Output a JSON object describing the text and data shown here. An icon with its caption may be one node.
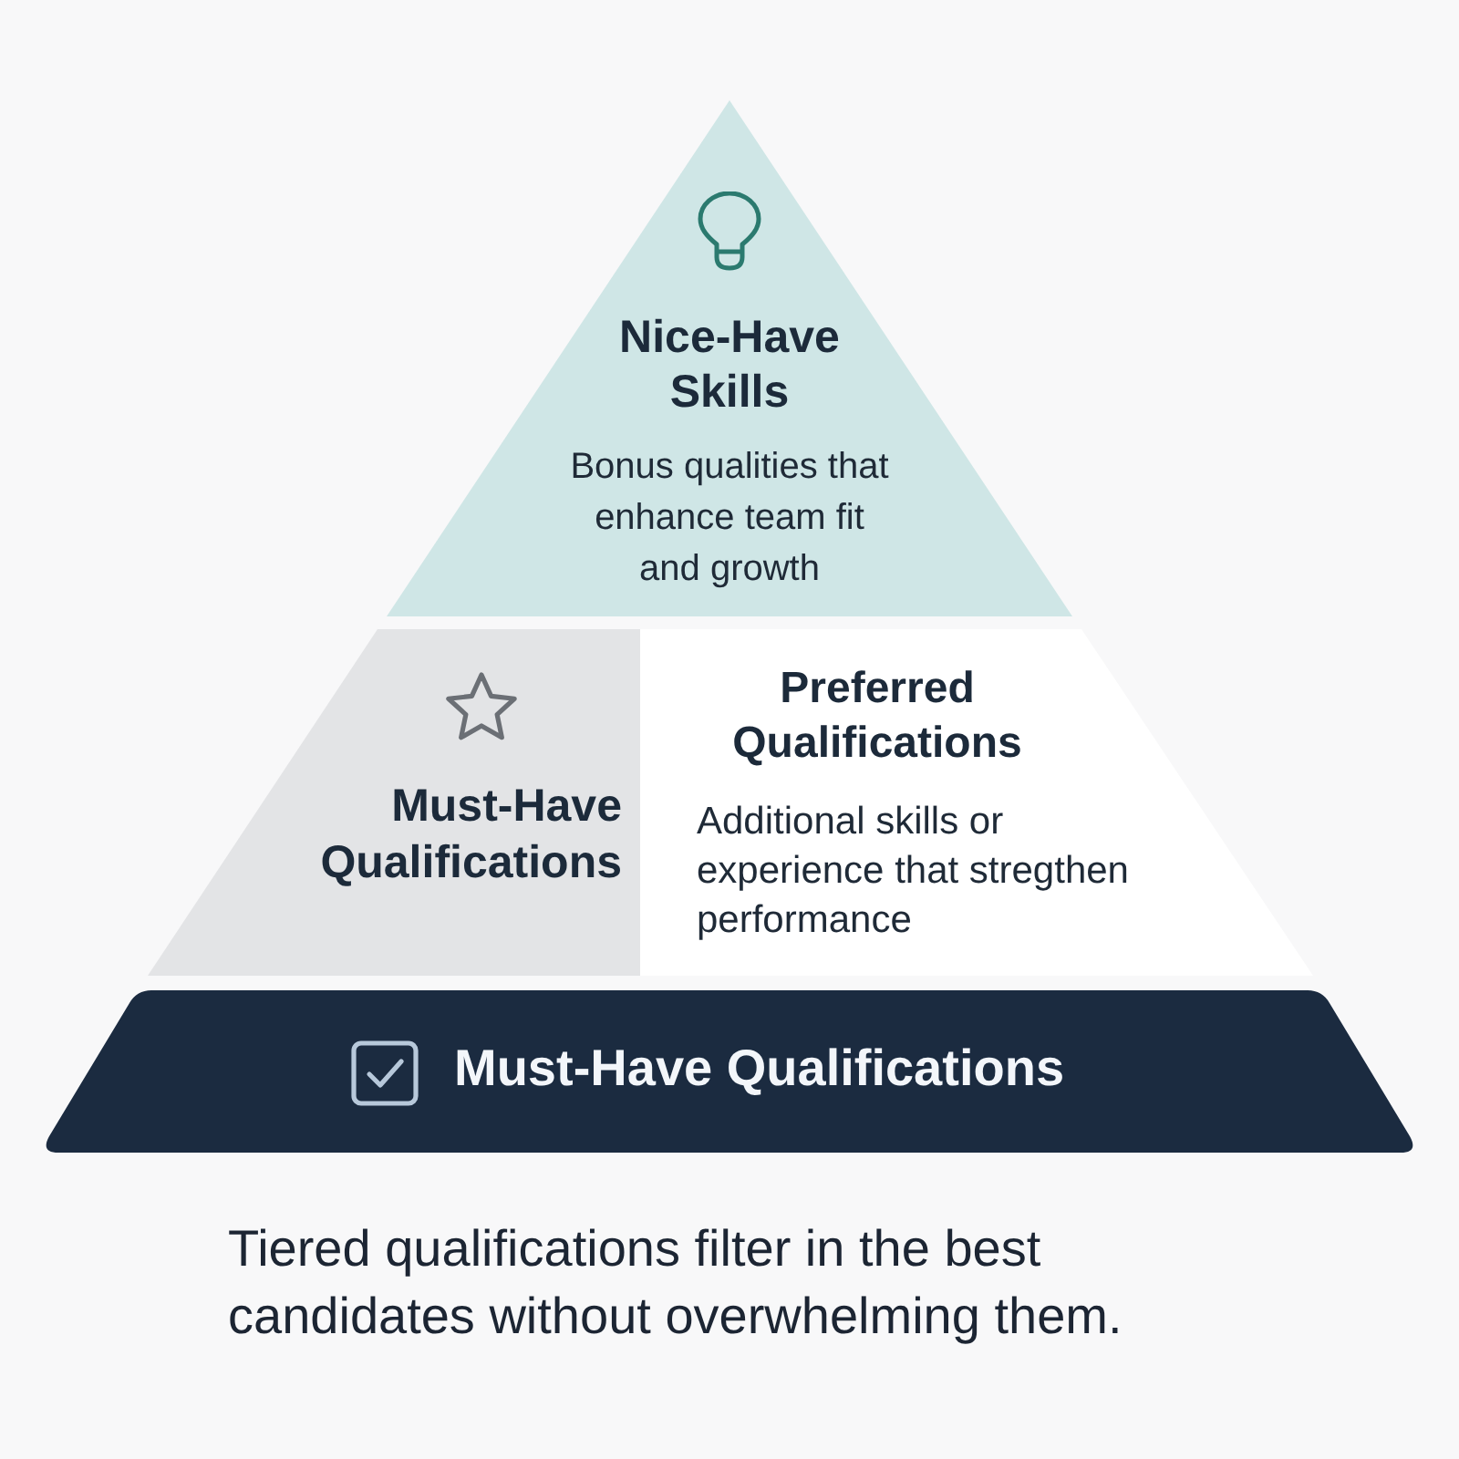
{
  "diagram": {
    "nodes": [
      {
        "text": [
          "Nice-Have Skills",
          "Bonus qualities that enhance team fit and growth"
        ]
      },
      {
        "text": [
          "Must-Have Qualifications"
        ]
      },
      {
        "text": [
          "Preferred Qualifications",
          "Additional skills or experience that stregthen performance"
        ]
      },
      {
        "text": [
          "Must-Have Qualifications"
        ]
      }
    ],
    "caption": "Tiered qualifications filter in the best candidates without overwhelming them."
  }
}
